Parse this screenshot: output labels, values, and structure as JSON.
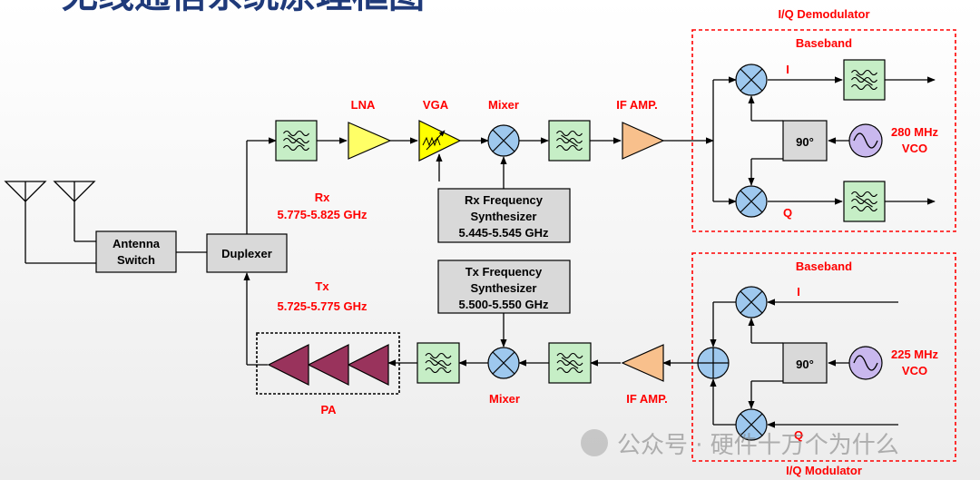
{
  "title": "无线通信系统原理框图",
  "blocks": {
    "antenna_switch": [
      "Antenna",
      "Switch"
    ],
    "duplexer": "Duplexer",
    "rx_synth": [
      "Rx Frequency",
      "Synthesizer",
      "5.445-5.545 GHz"
    ],
    "tx_synth": [
      "Tx Frequency",
      "Synthesizer",
      "5.500-5.550 GHz"
    ],
    "phase_90": "90°"
  },
  "labels": {
    "lna": "LNA",
    "vga": "VGA",
    "mixer_rx": "Mixer",
    "if_amp_rx": "IF AMP.",
    "rx": "Rx",
    "rx_freq": "5.775-5.825 GHz",
    "tx": "Tx",
    "tx_freq": "5.725-5.775 GHz",
    "mixer_tx": "Mixer",
    "if_amp_tx": "IF AMP.",
    "pa": "PA"
  },
  "demodulator": {
    "title": "I/Q Demodulator",
    "baseband": "Baseband",
    "i": "I",
    "q": "Q",
    "vco": [
      "280 MHz",
      "VCO"
    ]
  },
  "modulator": {
    "title": "I/Q Modulator",
    "baseband": "Baseband",
    "i": "I",
    "q": "Q",
    "vco": [
      "225 MHz",
      "VCO"
    ]
  },
  "watermark": "公众号 · 硬件十万个为什么",
  "colors": {
    "label_red": "#ff0000",
    "filter": "#c6eec6",
    "lna": "#ffff66",
    "vga": "#ffff00",
    "mixer": "#9ec8ee",
    "if_amp": "#f8c08c",
    "pa": "#99335c",
    "vco": "#c9b8ee",
    "block_gray": "#d9d9d9",
    "title_blue": "#1f3a7a"
  }
}
